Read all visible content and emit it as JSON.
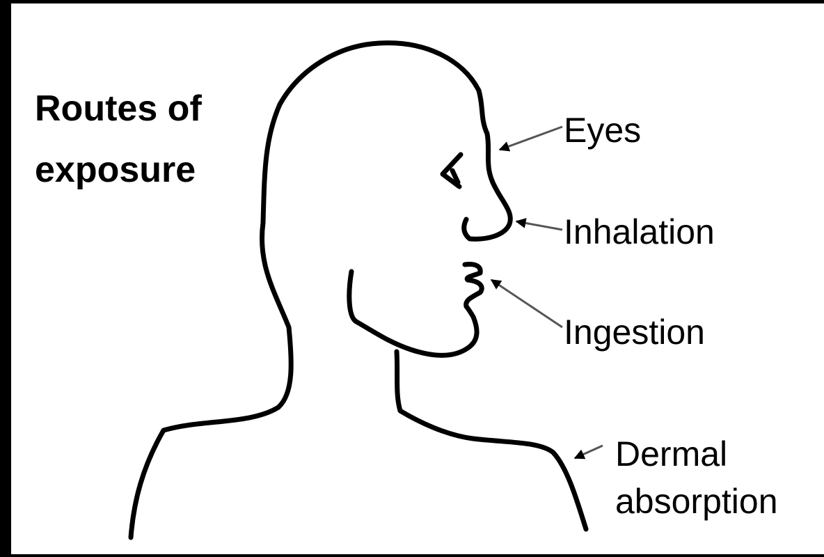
{
  "title": {
    "line1": "Routes of",
    "line2": "exposure"
  },
  "routes": {
    "eyes": "Eyes",
    "inhalation": "Inhalation",
    "ingestion": "Ingestion",
    "dermal_line1": "Dermal",
    "dermal_line2": "absorption"
  },
  "colors": {
    "stroke": "#000000",
    "background": "#ffffff",
    "arrow": "#555555"
  }
}
